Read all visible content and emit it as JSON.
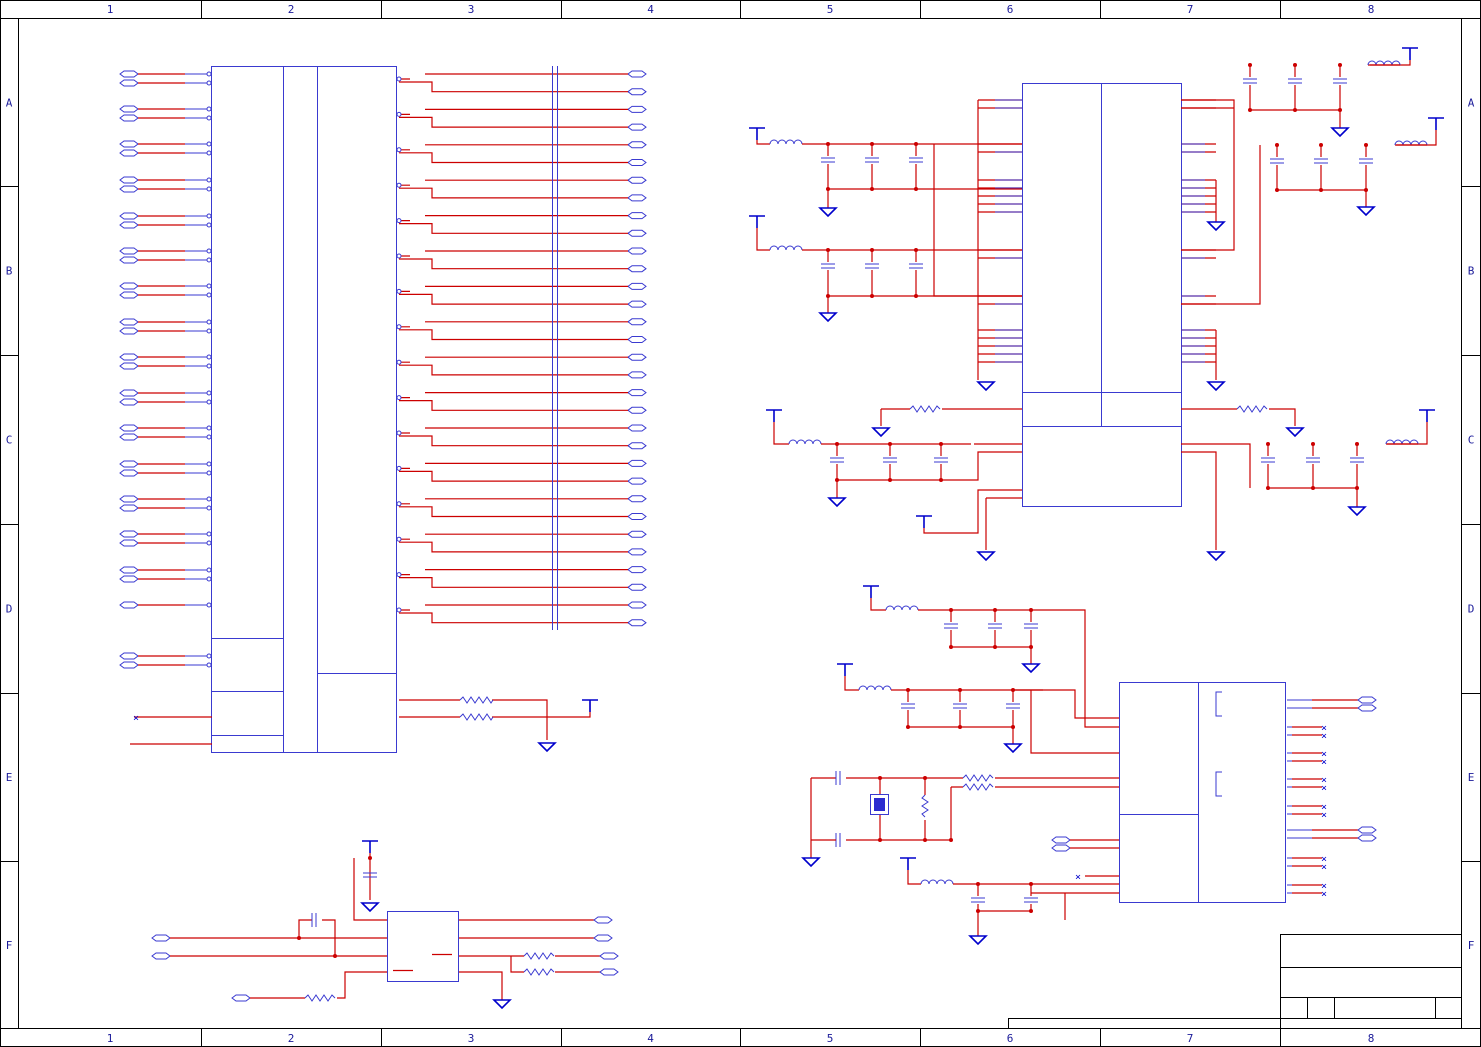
{
  "sheet": {
    "column_labels": [
      "1",
      "2",
      "3",
      "4",
      "5",
      "6",
      "7",
      "8"
    ],
    "row_labels": [
      "A",
      "B",
      "C",
      "D",
      "E",
      "F"
    ]
  },
  "colors": {
    "wire": "#cc0000",
    "component": "#3a3ad0",
    "power_symbol": "#0000cc",
    "frame": "#000000"
  },
  "icons": [
    "ground-icon",
    "power-rail-icon",
    "inductor-icon",
    "capacitor-icon",
    "resistor-icon",
    "crystal-icon",
    "connector-icon",
    "no-connect-icon"
  ]
}
